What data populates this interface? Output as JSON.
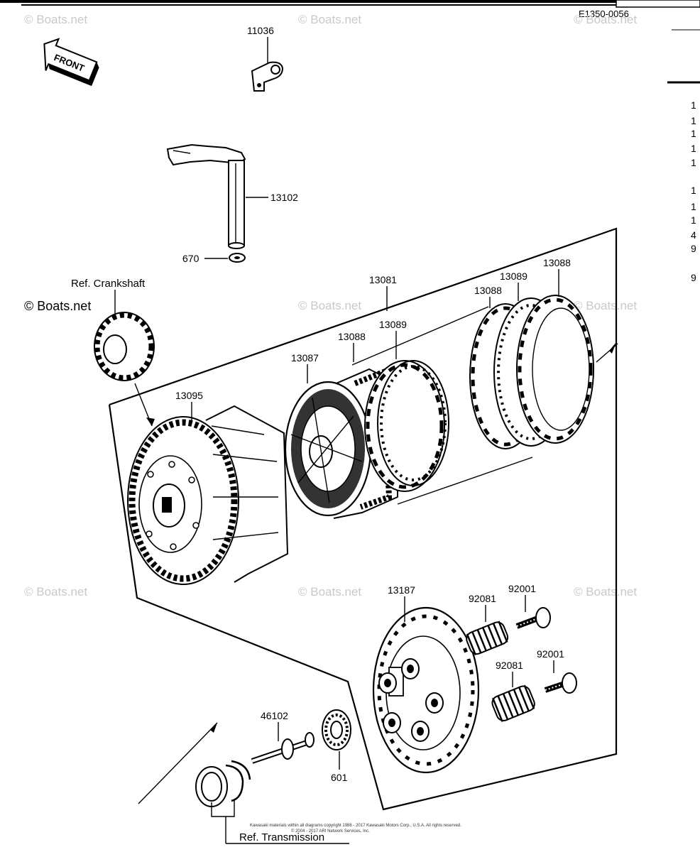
{
  "header": {
    "title_fragment": "-- -- KL1250-GL-30 Engine",
    "diagram_code": "E1350-0056"
  },
  "front_arrow": "FRONT",
  "watermark": "© Boats.net",
  "callouts": [
    {
      "id": "p11036",
      "text": "11036"
    },
    {
      "id": "p13102",
      "text": "13102"
    },
    {
      "id": "p670",
      "text": "670"
    },
    {
      "id": "ref_crank",
      "text": "Ref. Crankshaft"
    },
    {
      "id": "p13081",
      "text": "13081"
    },
    {
      "id": "p13089a",
      "text": "13089"
    },
    {
      "id": "p13088a",
      "text": "13088"
    },
    {
      "id": "p13088b",
      "text": "13088"
    },
    {
      "id": "p13088c",
      "text": "13088"
    },
    {
      "id": "p13089b",
      "text": "13089"
    },
    {
      "id": "p13087",
      "text": "13087"
    },
    {
      "id": "p13095",
      "text": "13095"
    },
    {
      "id": "p13187",
      "text": "13187"
    },
    {
      "id": "p92081a",
      "text": "92081"
    },
    {
      "id": "p92001a",
      "text": "92001"
    },
    {
      "id": "p92081b",
      "text": "92081"
    },
    {
      "id": "p92001b",
      "text": "92001"
    },
    {
      "id": "p46102",
      "text": "46102"
    },
    {
      "id": "p601",
      "text": "601"
    },
    {
      "id": "ref_trans",
      "text": "Ref. Transmission"
    }
  ],
  "right_column_fragments": [
    "1",
    "1",
    "1",
    "1",
    "1",
    "1",
    "1",
    "1",
    "4",
    "9",
    "9"
  ],
  "copyright_lines": [
    "Kawasaki materials within all diagrams copyright 1988 - 2017  Kawasaki Motors Corp., U.S.A.   All rights reserved.",
    "© 2004 - 2017  ARI Network Services, Inc."
  ],
  "colors": {
    "ink": "#000000",
    "watermark": "#c9c9c9",
    "background": "#ffffff"
  }
}
